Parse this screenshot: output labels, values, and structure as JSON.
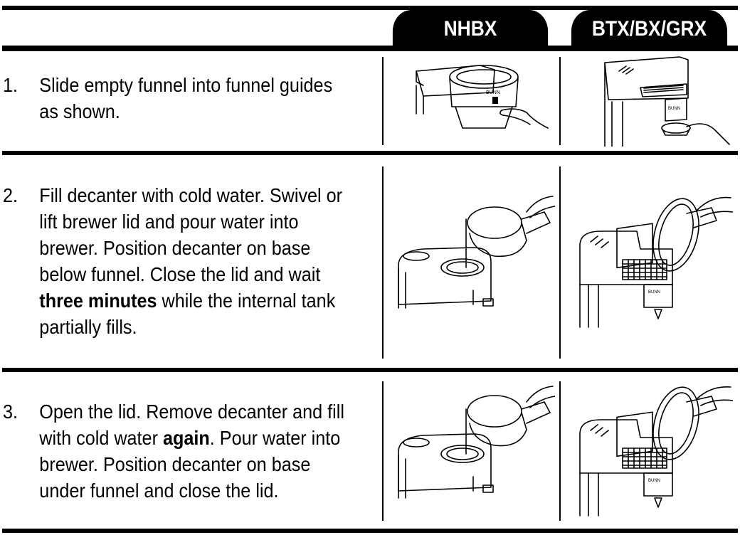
{
  "header": {
    "col1": "NHBX",
    "col2": "BTX/BX/GRX"
  },
  "steps": [
    {
      "number": "1.",
      "lines": [
        "Slide empty funnel into funnel guides",
        "as shown."
      ]
    },
    {
      "number": "2.",
      "text_a": "Fill decanter with cold water. Swivel or lift brewer lid and pour water into brewer. Position decanter on base below funnel. Close the lid and wait ",
      "bold": "three minutes",
      "text_b": " while the internal tank partially fills."
    },
    {
      "number": "3.",
      "text_a": "Open the lid. Remove decanter and fill with cold water ",
      "bold": "again",
      "text_b": ". Pour water into brewer. Position decanter on base under funnel and close the lid."
    }
  ],
  "illustrations": {
    "s1_nhbx": "brewer-funnel-slide-illustration",
    "s1_btx": "brewer-funnel-slide-illustration",
    "s2_nhbx": "pour-water-illustration",
    "s2_btx": "pour-water-illustration",
    "s3_nhbx": "pour-water-illustration",
    "s3_btx": "pour-water-illustration"
  }
}
